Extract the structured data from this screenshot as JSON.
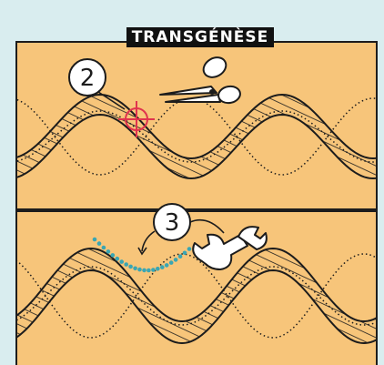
{
  "header": {
    "title": "TRANSGÉNÈSE"
  },
  "steps": [
    {
      "number": "2",
      "tool": "scissors-icon"
    },
    {
      "number": "3",
      "tool": "wrench-icon"
    }
  ],
  "colors": {
    "background": "#d9edef",
    "panel": "#f7c57a",
    "ink": "#1c1c1c",
    "target": "#e0334e",
    "gene": "#3aa6b3"
  }
}
